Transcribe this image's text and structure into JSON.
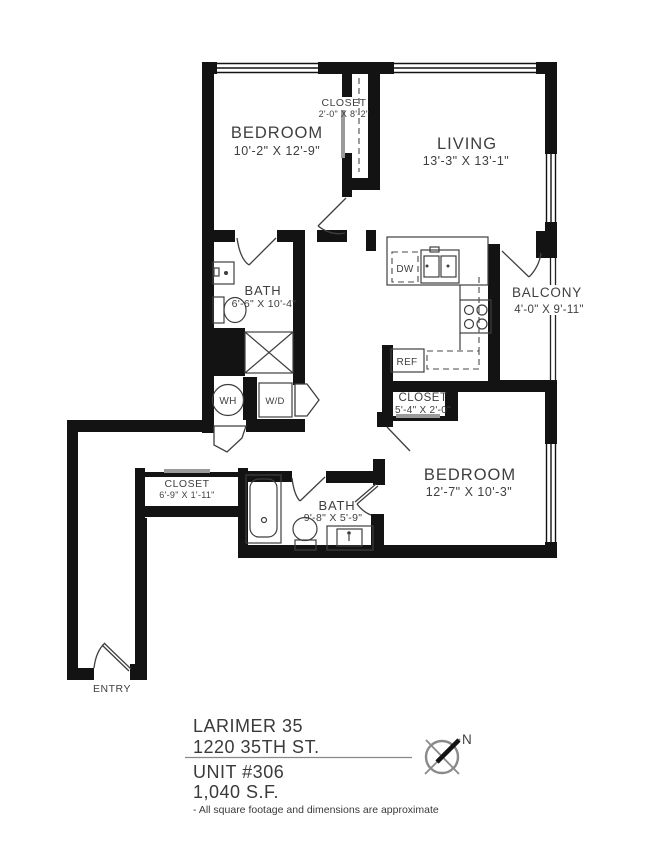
{
  "floorplan": {
    "rooms": {
      "bedroom1": {
        "name": "BEDROOM",
        "dims": "10'-2\" X 12'-9\""
      },
      "closet1": {
        "name": "CLOSET",
        "dims": "2'-0\" X 8'-2\""
      },
      "living": {
        "name": "LIVING",
        "dims": "13'-3\" X 13'-1\""
      },
      "bath1": {
        "name": "BATH",
        "dims": "6'-6\" X 10'-4\""
      },
      "balcony": {
        "name": "BALCONY",
        "dims": "4'-0\" X 9'-11\""
      },
      "closet2": {
        "name": "CLOSET",
        "dims": "5'-4\" X 2'-0\""
      },
      "bedroom2": {
        "name": "BEDROOM",
        "dims": "12'-7\" X 10'-3\""
      },
      "closet3": {
        "name": "CLOSET",
        "dims": "6'-9\" X 1'-11\""
      },
      "bath2": {
        "name": "BATH",
        "dims": "9'-8\" X 5'-9\""
      },
      "entry": {
        "name": "ENTRY"
      }
    },
    "appliances": {
      "dishwasher": "DW",
      "refrigerator": "REF",
      "water_heater": "WH",
      "washer_dryer": "W/D"
    },
    "compass_north": "N"
  },
  "title_block": {
    "building": "LARIMER 35",
    "address": "1220 35TH ST.",
    "unit": "UNIT #306",
    "area": "1,040 S.F.",
    "disclaimer": "- All square footage and dimensions are approximate"
  },
  "colors": {
    "wall": "#131313",
    "line": "#3f3f3f",
    "text": "#3f3f3f",
    "slider": "#9b9b9b",
    "compass": "#8a8a8a"
  }
}
